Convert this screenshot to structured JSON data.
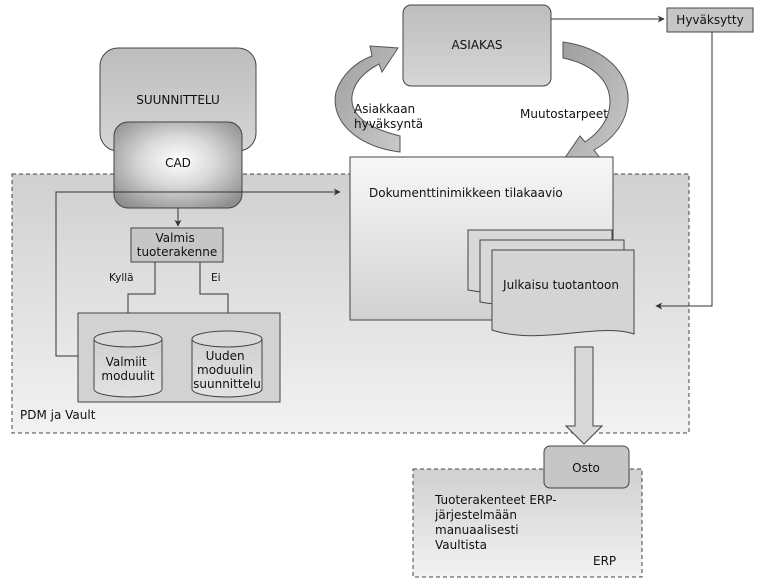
{
  "nodes": {
    "suunnittelu": "SUUNNITTELU",
    "cad": "CAD",
    "valmis_tuoterakenne": [
      "Valmis",
      "tuoterakenne"
    ],
    "valmiit_moduulit": [
      "Valmiit",
      "moduulit"
    ],
    "uuden_moduulin": [
      "Uuden",
      "moduulin",
      "suunnittelu"
    ],
    "asiakas": "ASIAKAS",
    "hyvaksytty": "Hyväksytty",
    "dokumentti": "Dokumenttinimikkeen tilakaavio",
    "julkaisu": "Julkaisu tuotantoon",
    "osto": "Osto"
  },
  "labels": {
    "kylla": "Kyllä",
    "ei": "Ei",
    "asiakkaan": [
      "Asiakkaan",
      "hyväksyntä"
    ],
    "muutostarpeet": "Muutostarpeet",
    "pdm_vault": "PDM ja Vault",
    "erp": "ERP",
    "erp_note": [
      "Tuoterakenteet ERP-",
      "järjestelmään",
      "manuaalisesti",
      "Vaultista"
    ]
  },
  "colors": {
    "box_fill": "#c6c6c6",
    "region_fill": "#e4e4e4",
    "stroke": "#333333"
  }
}
